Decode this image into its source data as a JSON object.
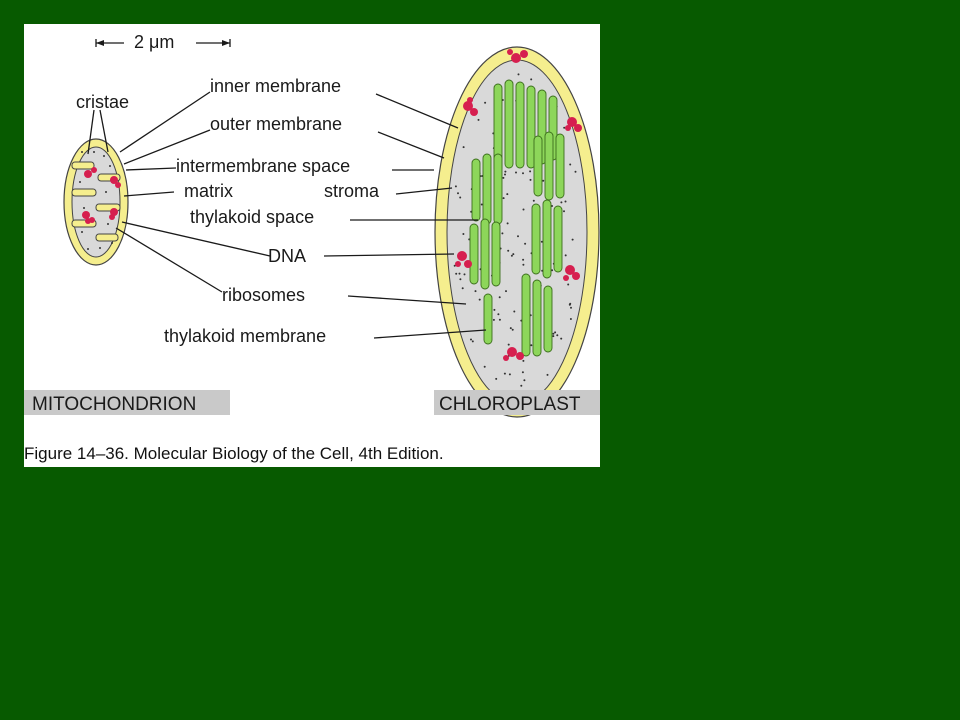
{
  "scale_bar": {
    "label": "2 μm"
  },
  "labels": {
    "cristae": "cristae",
    "inner_membrane": "inner membrane",
    "outer_membrane": "outer membrane",
    "intermembrane_space": "intermembrane space",
    "matrix": "matrix",
    "stroma": "stroma",
    "thylakoid_space": "thylakoid space",
    "dna": "DNA",
    "ribosomes": "ribosomes",
    "thylakoid_membrane": "thylakoid membrane"
  },
  "captions": {
    "mitochondrion": "MITOCHONDRION",
    "chloroplast": "CHLOROPLAST"
  },
  "source": "Figure 14–36. Molecular Biology of the Cell, 4th Edition.",
  "colors": {
    "slide_background": "#075a00",
    "outer_membrane": "#f5ee8e",
    "interior": "#d9d9d9",
    "thylakoid": "#8dd65a",
    "dna": "#d61f4f"
  }
}
